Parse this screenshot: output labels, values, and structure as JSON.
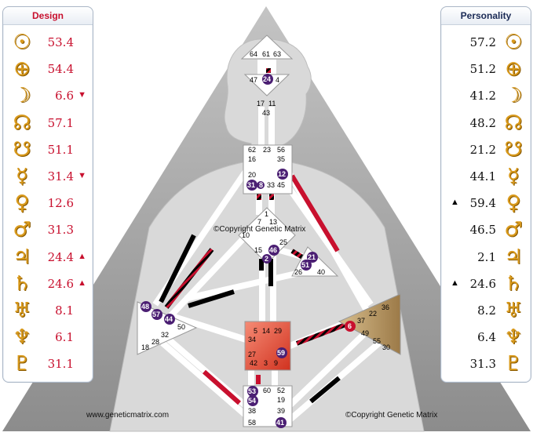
{
  "design": {
    "title": "Design",
    "rows": [
      {
        "icon": "sun-icon",
        "glyph": "☉",
        "value": "53.4",
        "arrow": ""
      },
      {
        "icon": "earth-icon",
        "glyph": "⊕",
        "value": "54.4",
        "arrow": ""
      },
      {
        "icon": "moon-icon",
        "glyph": "☽",
        "value": "6.6",
        "arrow": "▼"
      },
      {
        "icon": "north-node-icon",
        "glyph": "☊",
        "value": "57.1",
        "arrow": ""
      },
      {
        "icon": "south-node-icon",
        "glyph": "☋",
        "value": "51.1",
        "arrow": ""
      },
      {
        "icon": "mercury-icon",
        "glyph": "☿",
        "value": "31.4",
        "arrow": "▼"
      },
      {
        "icon": "venus-icon",
        "glyph": "♀",
        "value": "12.6",
        "arrow": ""
      },
      {
        "icon": "mars-icon",
        "glyph": "♂",
        "value": "31.3",
        "arrow": ""
      },
      {
        "icon": "jupiter-icon",
        "glyph": "♃",
        "value": "24.4",
        "arrow": "▲"
      },
      {
        "icon": "saturn-icon",
        "glyph": "♄",
        "value": "24.6",
        "arrow": "▲"
      },
      {
        "icon": "uranus-icon",
        "glyph": "♅",
        "value": "8.1",
        "arrow": ""
      },
      {
        "icon": "neptune-icon",
        "glyph": "♆",
        "value": "6.1",
        "arrow": ""
      },
      {
        "icon": "pluto-icon",
        "glyph": "♇",
        "value": "31.1",
        "arrow": ""
      }
    ]
  },
  "personality": {
    "title": "Personality",
    "rows": [
      {
        "icon": "sun-icon",
        "glyph": "☉",
        "value": "57.2",
        "arrow": ""
      },
      {
        "icon": "earth-icon",
        "glyph": "⊕",
        "value": "51.2",
        "arrow": ""
      },
      {
        "icon": "moon-icon",
        "glyph": "☽",
        "value": "41.2",
        "arrow": ""
      },
      {
        "icon": "north-node-icon",
        "glyph": "☊",
        "value": "48.2",
        "arrow": ""
      },
      {
        "icon": "south-node-icon",
        "glyph": "☋",
        "value": "21.2",
        "arrow": ""
      },
      {
        "icon": "mercury-icon",
        "glyph": "☿",
        "value": "44.1",
        "arrow": ""
      },
      {
        "icon": "venus-icon",
        "glyph": "♀",
        "value": "59.4",
        "arrow": "▲"
      },
      {
        "icon": "mars-icon",
        "glyph": "♂",
        "value": "46.5",
        "arrow": ""
      },
      {
        "icon": "jupiter-icon",
        "glyph": "♃",
        "value": "2.1",
        "arrow": ""
      },
      {
        "icon": "saturn-icon",
        "glyph": "♄",
        "value": "24.6",
        "arrow": "▲"
      },
      {
        "icon": "uranus-icon",
        "glyph": "♅",
        "value": "8.2",
        "arrow": ""
      },
      {
        "icon": "neptune-icon",
        "glyph": "♆",
        "value": "6.4",
        "arrow": ""
      },
      {
        "icon": "pluto-icon",
        "glyph": "♇",
        "value": "31.3",
        "arrow": ""
      }
    ]
  },
  "footer": {
    "site": "www.geneticmatrix.com",
    "copyright": "©Copyright Genetic Matrix",
    "center_copyright": "©Copyright Genetic Matrix"
  },
  "colors": {
    "design": "#c8102e",
    "personality": "#000000",
    "gate_active": "#4b1f73",
    "sacral": "#e8503a",
    "spleen": "#b89560",
    "background_shape": "#a0a0a0"
  },
  "gates": {
    "head": [
      "64",
      "61",
      "63"
    ],
    "ajna": [
      "47",
      "24",
      "4",
      "17",
      "11",
      "43"
    ],
    "throat": [
      "62",
      "23",
      "56",
      "16",
      "35",
      "20",
      "12",
      "31",
      "8",
      "33",
      "45"
    ],
    "g": [
      "1",
      "7",
      "13",
      "10",
      "15",
      "46",
      "25"
    ],
    "heart": [
      "21",
      "51",
      "26",
      "40"
    ],
    "spleen": [
      "48",
      "57",
      "44",
      "50",
      "32",
      "28",
      "18"
    ],
    "sacral": [
      "5",
      "14",
      "29",
      "34",
      "59",
      "27",
      "42",
      "3",
      "9"
    ],
    "solar_plexus": [
      "36",
      "22",
      "37",
      "6",
      "49",
      "55",
      "30"
    ],
    "root": [
      "53",
      "60",
      "52",
      "54",
      "19",
      "38",
      "39",
      "58",
      "41"
    ]
  }
}
